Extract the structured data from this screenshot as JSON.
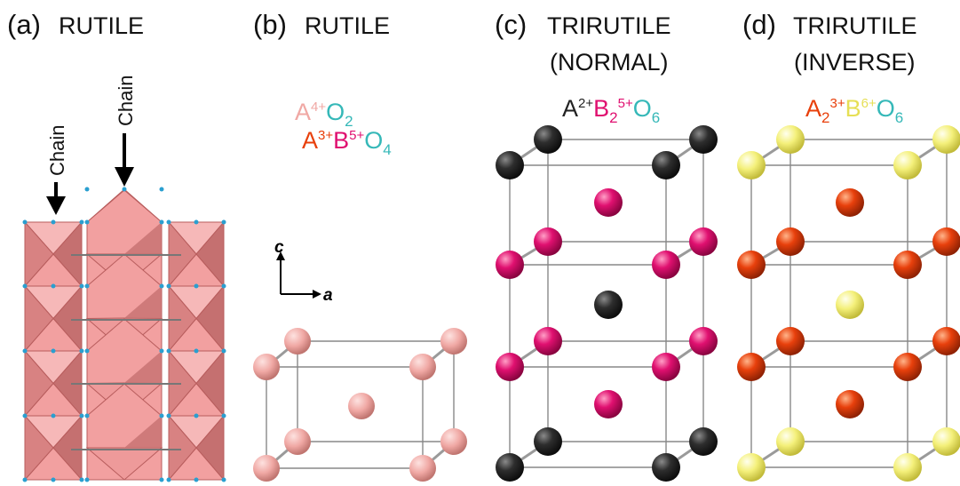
{
  "panels": [
    {
      "id": "a",
      "label": "(a)",
      "title": "RUTILE",
      "subtitle": ""
    },
    {
      "id": "b",
      "label": "(b)",
      "title": "RUTILE",
      "subtitle": ""
    },
    {
      "id": "c",
      "label": "(c)",
      "title": "TRIRUTILE",
      "subtitle": "(NORMAL)"
    },
    {
      "id": "d",
      "label": "(d)",
      "title": "TRIRUTILE",
      "subtitle": "(INVERSE)"
    }
  ],
  "chain_labels": [
    "Chain",
    "Chain"
  ],
  "axes": {
    "c": "c",
    "a": "a"
  },
  "formulas": {
    "rutile_1": {
      "ion": "A",
      "charge": "4+",
      "anion": "O",
      "anion_count": "2"
    },
    "rutile_2": {
      "ion1": "A",
      "charge1": "3+",
      "ion2": "B",
      "charge2": "5+",
      "anion": "O",
      "anion_count": "4"
    },
    "normal": {
      "ion1": "A",
      "charge1": "2+",
      "ion2": "B",
      "count2": "2",
      "charge2": "5+",
      "anion": "O",
      "anion_count": "6"
    },
    "inverse": {
      "ion1": "A",
      "count1": "2",
      "charge1": "3+",
      "ion2": "B",
      "charge2": "6+",
      "anion": "O",
      "anion_count": "6"
    }
  },
  "colors": {
    "octahedron_fill": "#f2a0a0",
    "octahedron_edge": "#b85d5d",
    "rutile_atom": "#f0a8a4",
    "A2_atom": "#2b2b2b",
    "B5_atom": "#e01070",
    "A3_atom": "#e8400c",
    "B6_atom": "#f4f07a",
    "oxygen_text": "#35b8b8"
  }
}
